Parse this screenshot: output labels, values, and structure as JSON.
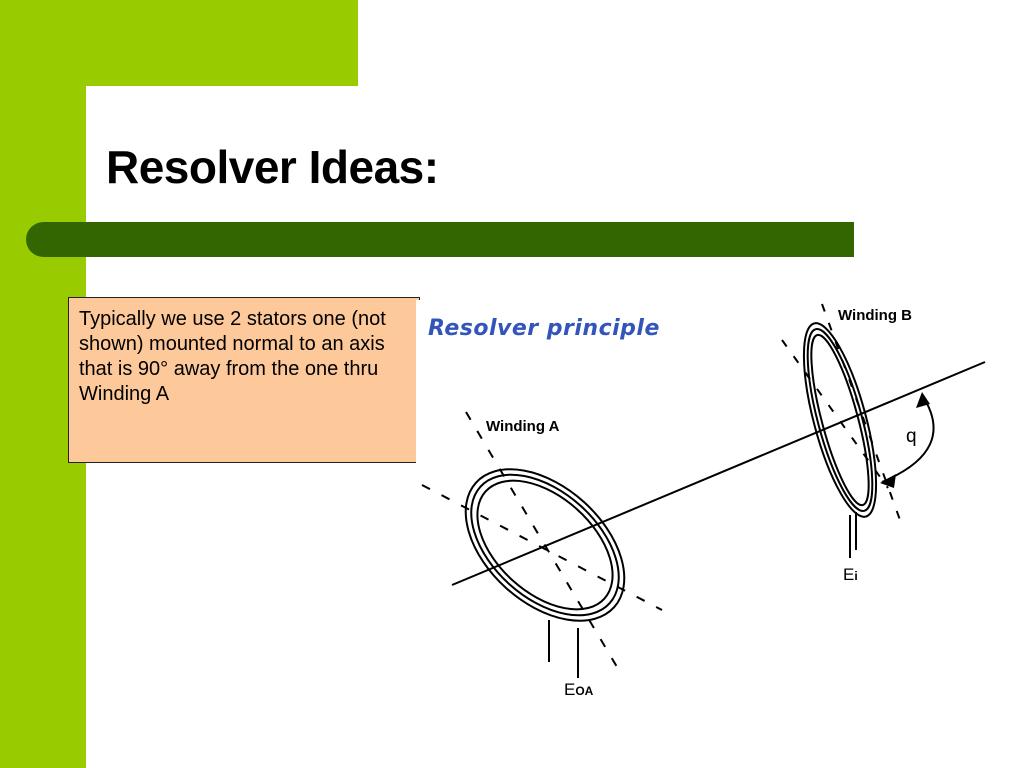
{
  "slide": {
    "title": "Resolver Ideas:",
    "callout_text": "Typically we use 2 stators one (not shown) mounted normal to an axis that is 90° away from the one thru Winding A"
  },
  "diagram": {
    "heading": "Resolver principle",
    "winding_a_label": "Winding A",
    "winding_b_label": "Winding B",
    "angle_label": "q",
    "output_a_main": "E",
    "output_a_sub": "OA",
    "output_b_main": "E",
    "output_b_sub": "i"
  },
  "colors": {
    "accent_light_green": "#99cc00",
    "accent_dark_green": "#336600",
    "callout_fill": "#fdc89a",
    "diagram_heading": "#3355bb"
  }
}
